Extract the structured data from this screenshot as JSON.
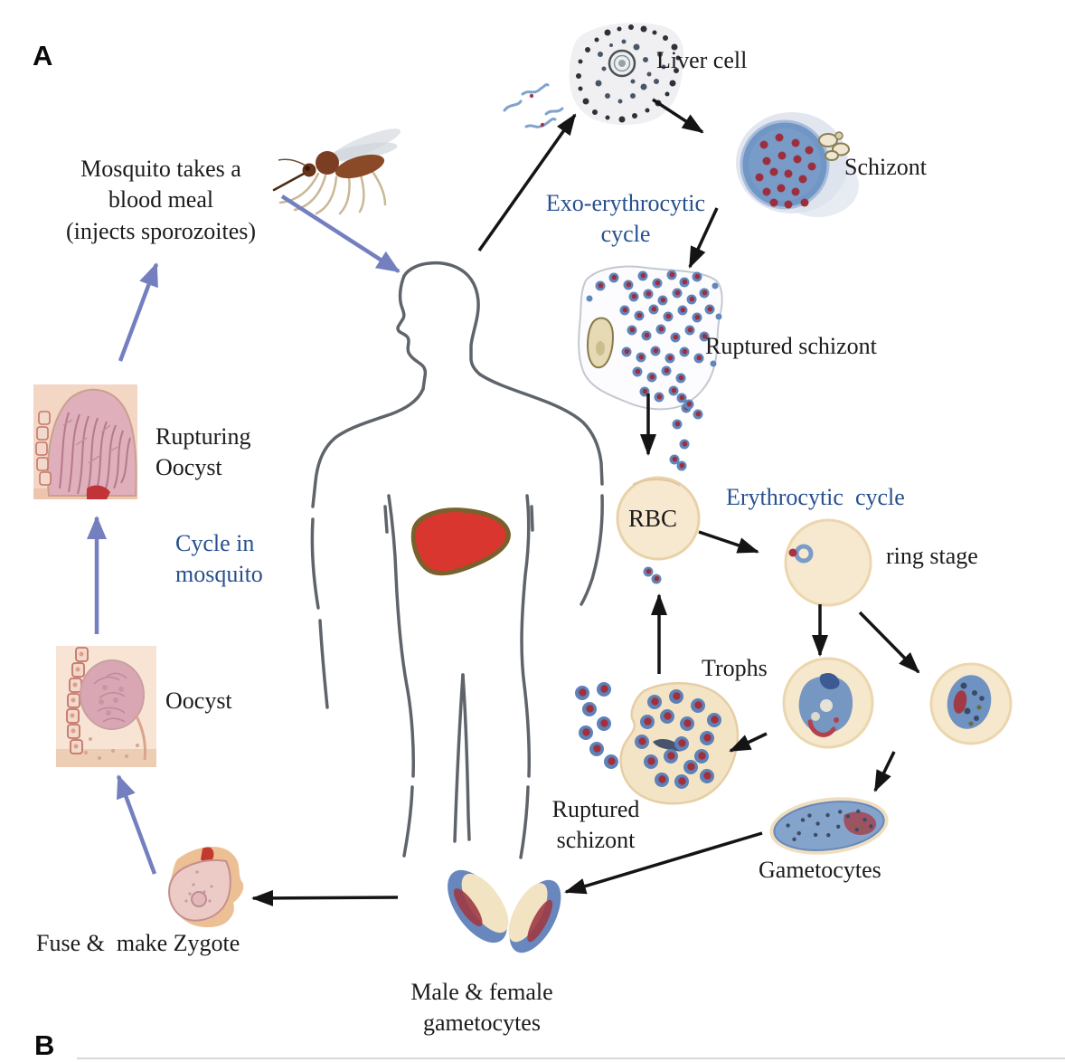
{
  "figure": {
    "description": "Malaria parasite life cycle diagram (panel A)",
    "panel_a": "A",
    "panel_b": "B"
  },
  "labels": {
    "mosquito_action": "Mosquito takes a\nblood meal\n(injects sporozoites)",
    "liver_cell": "Liver cell",
    "schizont": "Schizont",
    "exo_cycle": "Exo-erythrocytic\ncycle",
    "ruptured_schizont_liver": "Ruptured schizont",
    "rbc": "RBC",
    "erythrocytic_cycle": "Erythrocytic  cycle",
    "ring_stage": "ring stage",
    "trophs": "Trophs",
    "ruptured_schizont_blood": "Ruptured\nschizont",
    "gametocytes": "Gametocytes",
    "male_female_gametocytes": "Male & female\ngametocytes",
    "fuse_zygote": "Fuse &  make Zygote",
    "oocyst": "Oocyst",
    "cycle_in_mosquito": "Cycle in\nmosquito",
    "rupturing_oocyst": "Rupturing\nOocyst"
  },
  "colors": {
    "label_text": "#1b1b1b",
    "cycle_text_blue": "#27508f",
    "arrow_black": "#141414",
    "arrow_blue": "#747fc0",
    "body_outline": "#5f646a",
    "liver_red": "#d8362e",
    "liver_border": "#77622e",
    "cell_tan": "#f7e9d0",
    "parasite_blue": "#7096c5",
    "parasite_red": "#9c2f3d"
  }
}
